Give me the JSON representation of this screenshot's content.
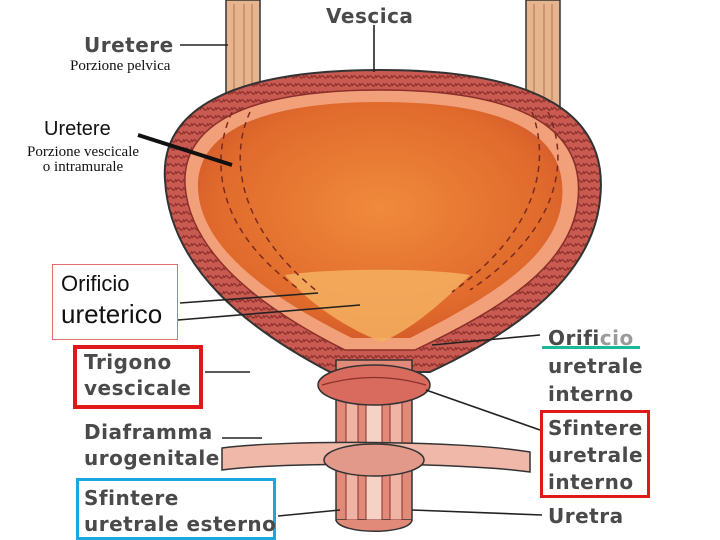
{
  "labels": {
    "vescica": "Vescica",
    "uretere_top": "Uretere",
    "porzione_pelvica": "Porzione pelvica",
    "uretere_mid": "Uretere",
    "porzione_vescicale_1": "Porzione vescicale",
    "porzione_vescicale_2": "o intramurale",
    "orificio_ureterico_1": "Orificio",
    "orificio_ureterico_2": "ureterico",
    "trigono_1": "Trigono",
    "trigono_2": "vescicale",
    "diaframma_1": "Diaframma",
    "diaframma_2": "urogenitale",
    "sfintere_esterno_1": "Sfintere",
    "sfintere_esterno_2": "uretrale esterno",
    "orificio_uretrale_1": "Orifi",
    "orificio_uretrale_1b": "cio",
    "orificio_uretrale_2": "uretrale",
    "orificio_uretrale_3": "interno",
    "sfintere_interno_1": "Sfintere",
    "sfintere_interno_2": "uretrale",
    "sfintere_interno_3": "interno",
    "uretra": "Uretra"
  },
  "colors": {
    "highlight_red": "#e01818",
    "highlight_blue": "#1aa7de",
    "highlight_teal": "#1bb89a",
    "bladder_wall": "#c9534a",
    "bladder_inner": "#e0692c",
    "ureter": "#e6b48f"
  }
}
